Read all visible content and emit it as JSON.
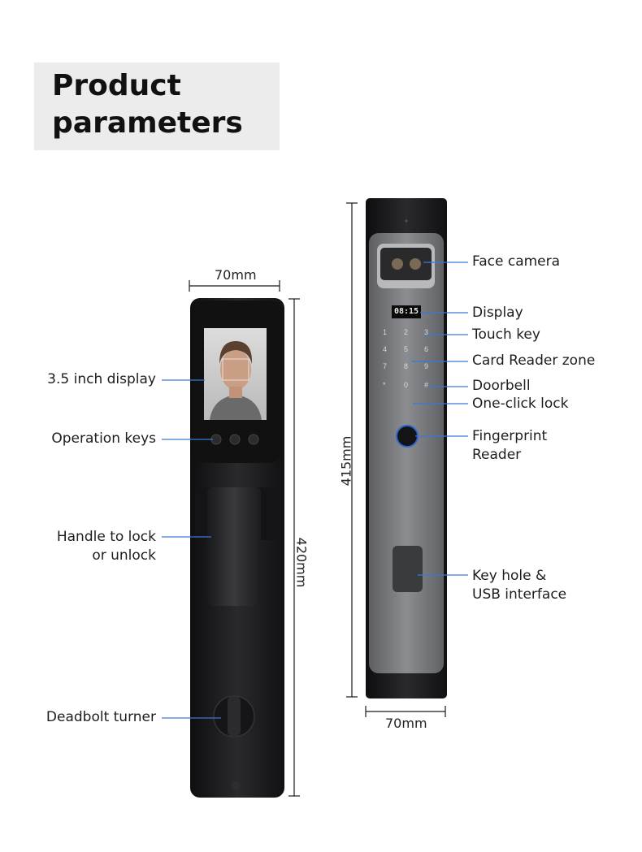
{
  "title": "Product\nparameters",
  "left_lock": {
    "width_label": "70mm",
    "height_label": "420mm",
    "callouts": {
      "display": "3.5 inch display",
      "keys": "Operation keys",
      "handle": "Handle to lock\nor unlock",
      "deadbolt": "Deadbolt turner"
    }
  },
  "right_lock": {
    "width_label": "70mm",
    "height_label": "415mm",
    "screen_time": "08:15",
    "keypad": [
      "1",
      "2",
      "3",
      "4",
      "5",
      "6",
      "7",
      "8",
      "9",
      "*",
      "0",
      "#"
    ],
    "callouts": {
      "camera": "Face camera",
      "display": "Display",
      "touch": "Touch key",
      "card": "Card Reader zone",
      "doorbell": "Doorbell",
      "oneclick": "One-click lock",
      "fingerprint": "Fingerprint\nReader",
      "keyhole": "Key hole &\nUSB interface"
    }
  },
  "colors": {
    "callout_line": "#3a78d8",
    "panel_grey": "#6f7175",
    "body_black": "#1b1b1d"
  }
}
